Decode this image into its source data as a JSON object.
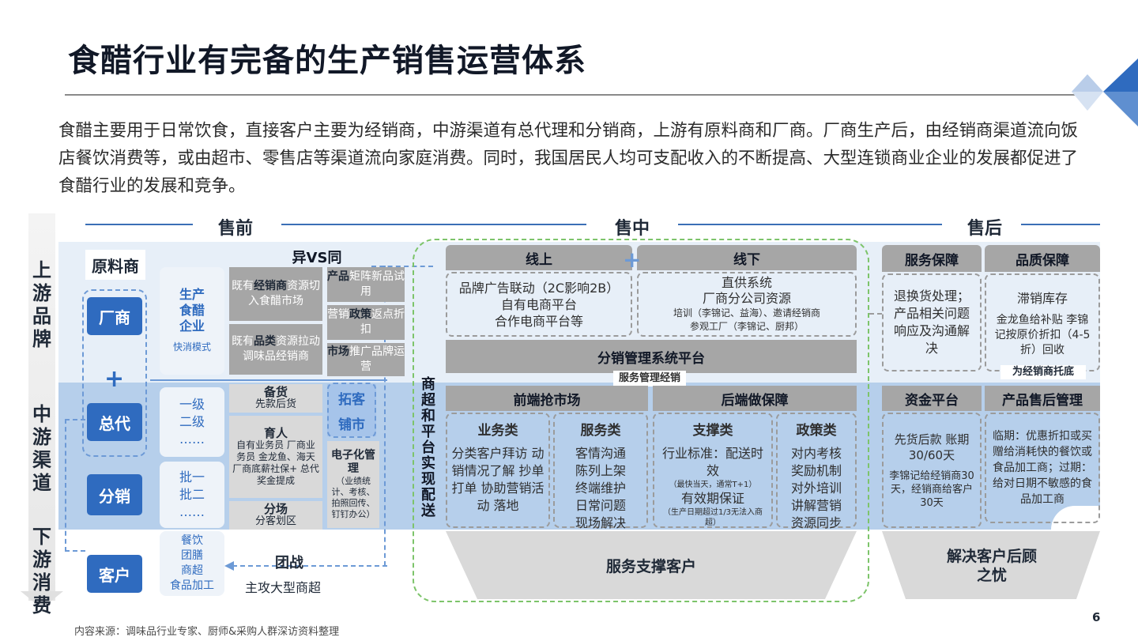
{
  "title": "食醋行业有完备的生产销售运营体系",
  "intro": "食醋主要用于日常饮食，直接客户主要为经销商，中游渠道有总代理和分销商，上游有原料商和厂商。厂商生产后，由经销商渠道流向饭店餐饮消费等，或由超市、零售店等渠道流向家庭消费。同时，我国居民人均可支配收入的不断提高、大型连锁商业企业的发展都促进了食醋行业的发展和竞争。",
  "phases": {
    "pre": "售前",
    "mid": "售中",
    "post": "售后"
  },
  "side_labels": {
    "upstream": "上游品牌",
    "midstream": "中游渠道",
    "downstream": "下游消费"
  },
  "left": {
    "raw_material": "原料商",
    "manufacturer": "厂商",
    "general_agent": "总代",
    "distributor": "分销",
    "customer": "客户",
    "plus": "+",
    "producer_box": {
      "line1": "生产",
      "line2": "食醋",
      "line3": "企业",
      "note": "快消模式"
    },
    "tier_box": {
      "line1": "一级",
      "line2": "二级",
      "line3": "……"
    },
    "wholesale_box": {
      "line1": "批一",
      "line2": "批二",
      "line3": "……"
    },
    "consume_box": {
      "line1": "餐饮",
      "line2": "团膳",
      "line3": "商超",
      "line4": "食品加工"
    }
  },
  "pre_sale": {
    "heading": "异VS同",
    "box_a": {
      "pre": "既有",
      "strong": "经销商",
      "rest": "资源切入食醋市场"
    },
    "box_b": {
      "pre": "既有",
      "strong": "品类",
      "rest": "资源拉动调味品经销商"
    },
    "box_c": {
      "strong": "产品",
      "rest": "矩阵新品试用"
    },
    "box_d": {
      "pre": "营销",
      "strong": "政策",
      "rest": "返点折扣"
    },
    "box_e": {
      "strong": "市场",
      "rest": "推广品牌运营"
    },
    "stock": {
      "title": "备货",
      "body": "先款后货"
    },
    "train": {
      "title": "育人",
      "body": "自有业务员 厂商业务员 金龙鱼、海天 厂商底薪社保+ 总代奖金提成"
    },
    "split": {
      "title": "分场",
      "body": "分客划区"
    },
    "expand": "拓客",
    "stores": "铺市",
    "digital": {
      "title": "电子化管理",
      "body": "（业绩统计、考核、拍照回传、钉钉办公）"
    },
    "team": "团战",
    "team_sub": "主攻大型商超",
    "vertical_note": "商超和平台实现配送"
  },
  "mid_sale": {
    "online": "线上",
    "offline": "线下",
    "plus": "+",
    "online_body": [
      "品牌广告联动（2C影响2B）",
      "自有电商平台",
      "合作电商平台等"
    ],
    "offline_body": [
      "直供系统",
      "厂商分公司资源"
    ],
    "offline_small": [
      "培训（李锦记、益海）、邀请经销商",
      "参观工厂（李锦记、厨邦）"
    ],
    "platform": "分销管理系统平台",
    "platform_sub": "服务管理经销",
    "front": "前端抢市场",
    "back": "后端做保障",
    "cols": [
      {
        "title": "业务类",
        "body": "分类客户拜访 动销情况了解 抄单打单 协助营销活动 落地"
      },
      {
        "title": "服务类",
        "body": "客情沟通 陈列上架 终端维护 日常问题 现场解决"
      },
      {
        "title": "支撑类",
        "body1": "行业标准：配送时效",
        "small1": "（最快当天，通常T+1）",
        "body2": "有效期保证",
        "small2": "（生产日期超过1/3无法入商超）"
      },
      {
        "title": "政策类",
        "body": "对内考核 奖励机制 对外培训 讲解营销 资源同步"
      }
    ],
    "support": "服务支撑客户"
  },
  "post_sale": {
    "service": "服务保障",
    "quality": "品质保障",
    "service_body": "退换货处理；产品相关问题响应及沟通解决",
    "quality_title": "滞销库存",
    "quality_body": "金龙鱼给补贴 李锦记按原价折扣（4-5折）回收",
    "backstop": "为经销商托底",
    "fund": "资金平台",
    "after": "产品售后管理",
    "fund_body1": "先货后款 账期30/60天",
    "fund_body2": "李锦记给经销商30天，经销商给客户30天",
    "after_body": "临期：优惠折扣或买赠给消耗快的餐饮或食品加工商；过期：给对日期不敏感的食品加工商",
    "worry": "解决客户后顾之忧"
  },
  "footer": {
    "source": "内容来源：调味品行业专家、厨师&采购人群深访资料整理",
    "page": "6"
  },
  "colors": {
    "accent": "#2f6bbf",
    "gray": "#a6a6a6",
    "green": "#7dc46a"
  }
}
